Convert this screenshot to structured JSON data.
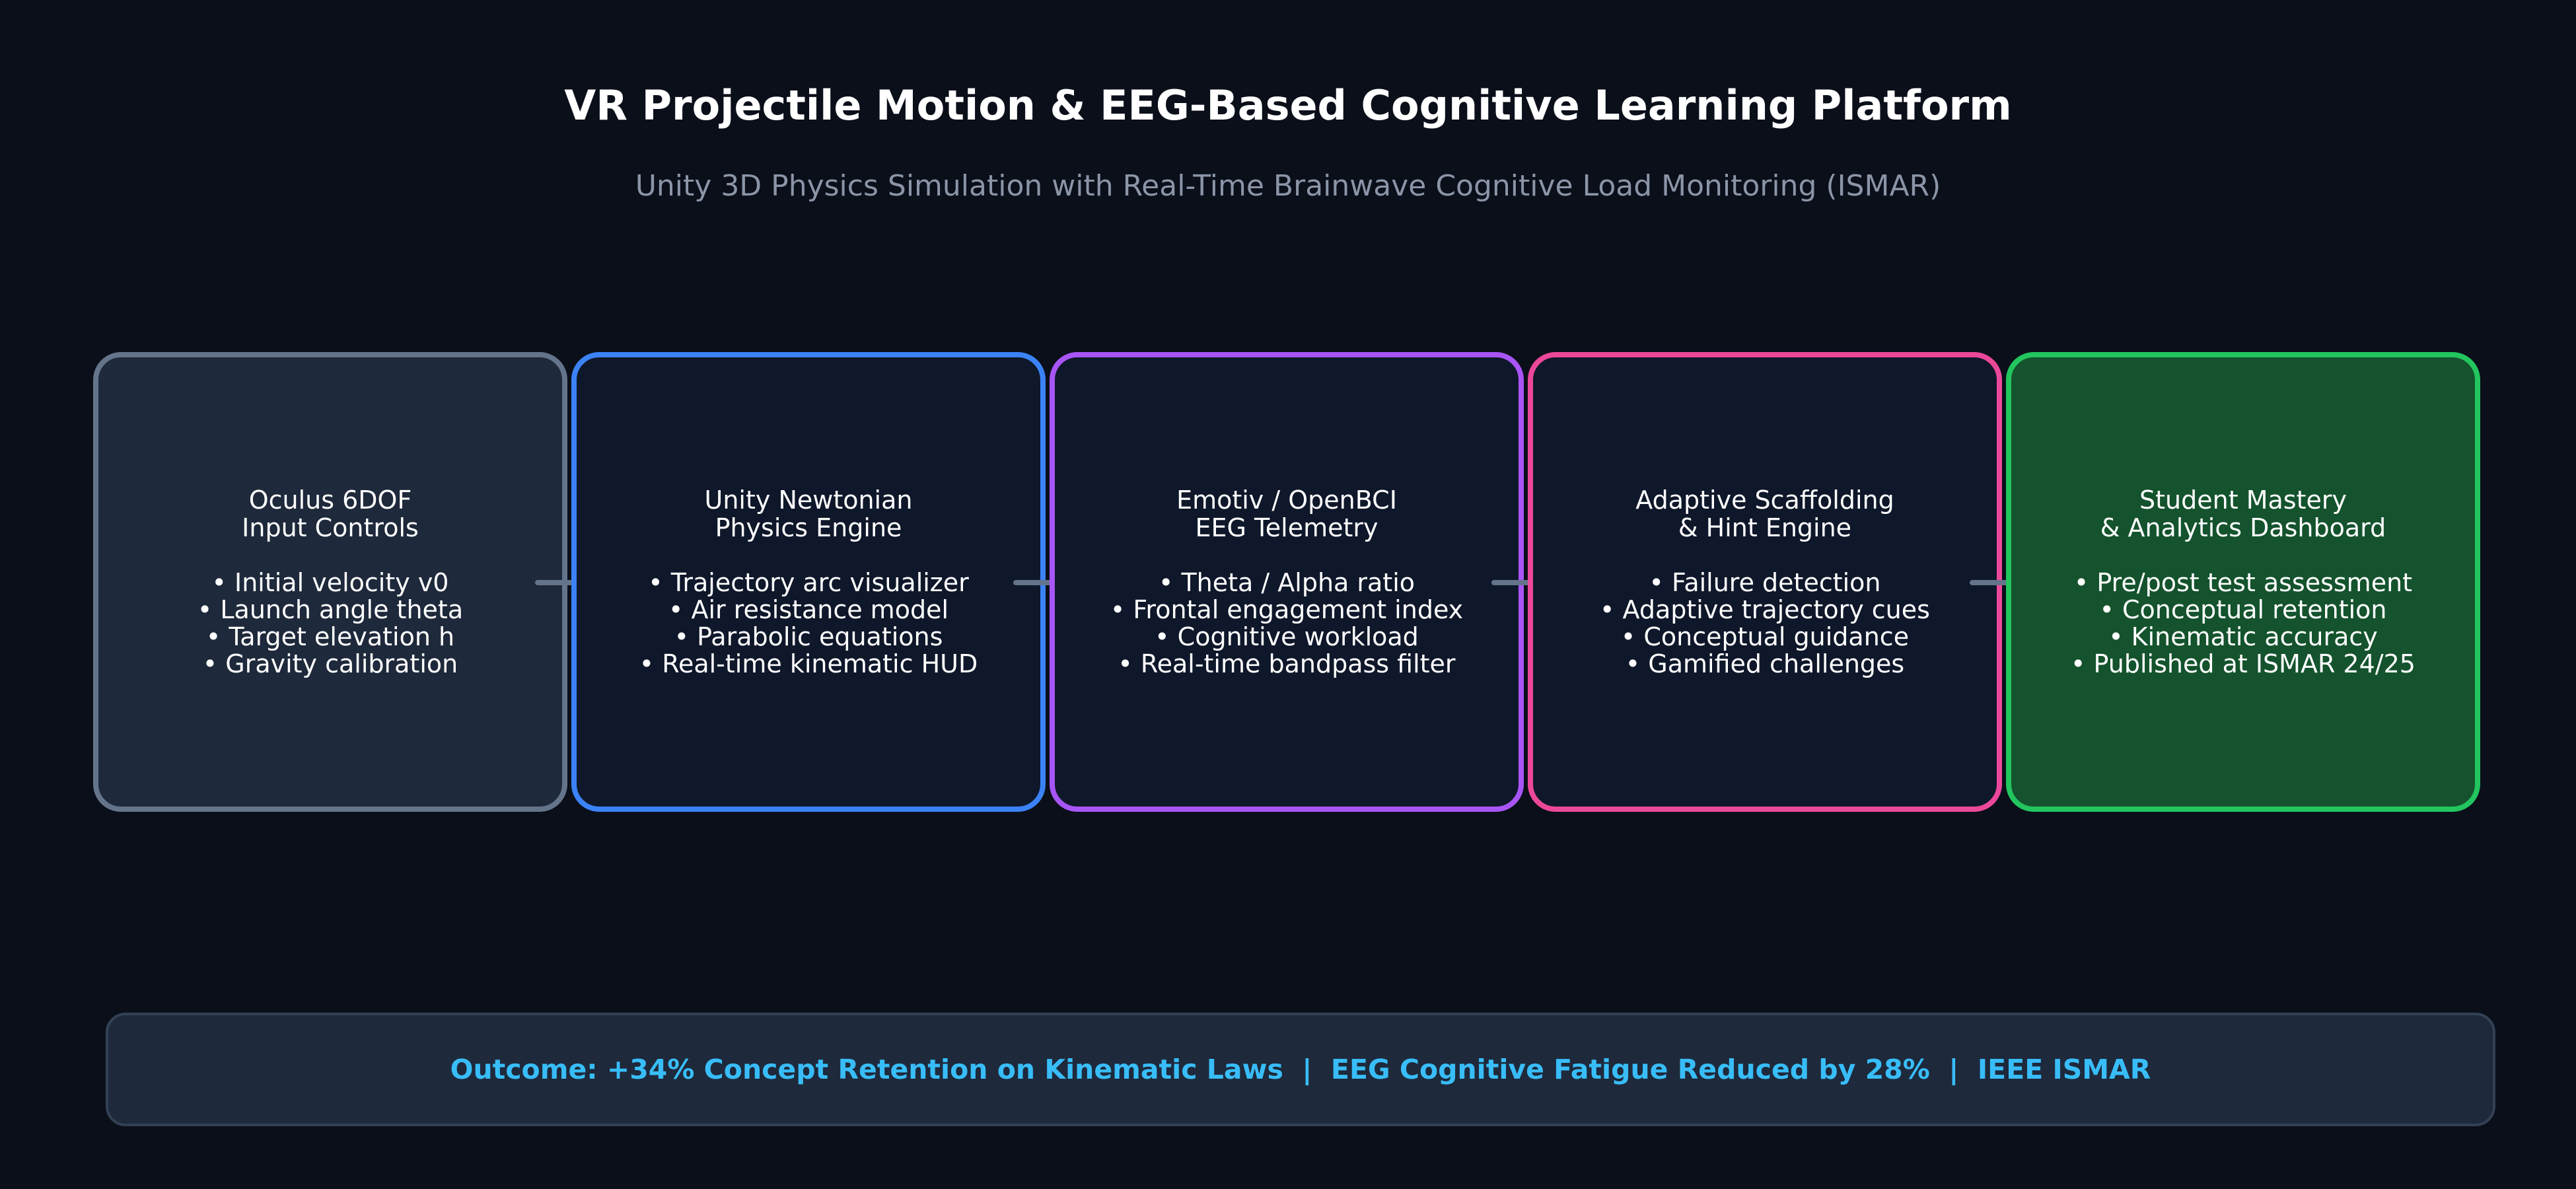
{
  "header": {
    "title": "VR Projectile Motion & EEG-Based Cognitive Learning Platform",
    "subtitle": "Unity 3D Physics Simulation with Real-Time Brainwave Cognitive Load Monitoring (ISMAR)"
  },
  "stages": [
    {
      "heading_line1": "Oculus 6DOF",
      "heading_line2": "Input Controls",
      "bullets": [
        "• Initial velocity v0",
        "• Launch angle theta",
        "• Target elevation h",
        "• Gravity calibration"
      ],
      "border_color": "#64748b",
      "fill_color": "#1e293b"
    },
    {
      "heading_line1": "Unity Newtonian",
      "heading_line2": "Physics Engine",
      "bullets": [
        "• Trajectory arc visualizer",
        "• Air resistance model",
        "• Parabolic equations",
        "• Real-time kinematic HUD"
      ],
      "border_color": "#3b82f6",
      "fill_color": "#0f172a"
    },
    {
      "heading_line1": "Emotiv / OpenBCI",
      "heading_line2": "EEG Telemetry",
      "bullets": [
        "• Theta / Alpha ratio",
        "• Frontal engagement index",
        "• Cognitive workload",
        "• Real-time bandpass filter"
      ],
      "border_color": "#a855f7",
      "fill_color": "#0f172a"
    },
    {
      "heading_line1": "Adaptive Scaffolding",
      "heading_line2": "& Hint Engine",
      "bullets": [
        "• Failure detection",
        "• Adaptive trajectory cues",
        "• Conceptual guidance",
        "• Gamified challenges"
      ],
      "border_color": "#ec4899",
      "fill_color": "#0f172a"
    },
    {
      "heading_line1": "Student Mastery",
      "heading_line2": "& Analytics Dashboard",
      "bullets": [
        "• Pre/post test assessment",
        "• Conceptual retention",
        "• Kinematic accuracy",
        "• Published at ISMAR 24/25"
      ],
      "border_color": "#22c55e",
      "fill_color": "#14532d"
    }
  ],
  "arrow_color": "#64748b",
  "outcome": {
    "text": "Outcome: +34% Concept Retention on Kinematic Laws  |  EEG Cognitive Fatigue Reduced by 28%  |  IEEE ISMAR"
  }
}
